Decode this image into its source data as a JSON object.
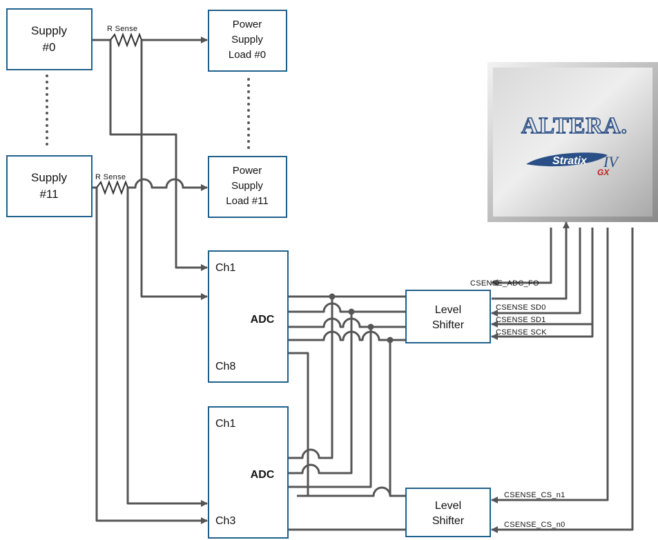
{
  "supplies": [
    {
      "line1": "Supply",
      "line2": "#0"
    },
    {
      "line1": "Supply",
      "line2": "#11"
    }
  ],
  "sense_resistor_label": "R Sense",
  "loads": [
    {
      "line1": "Power",
      "line2": "Supply",
      "line3": "Load #0"
    },
    {
      "line1": "Power",
      "line2": "Supply",
      "line3": "Load #11"
    }
  ],
  "adc_top": {
    "label": "ADC",
    "ch_first": "Ch1",
    "ch_last": "Ch8"
  },
  "adc_bottom": {
    "label": "ADC",
    "ch_first": "Ch1",
    "ch_last": "Ch3"
  },
  "level_shifter_top": {
    "line1": "Level",
    "line2": "Shifter"
  },
  "level_shifter_bottom": {
    "line1": "Level",
    "line2": "Shifter"
  },
  "fpga": {
    "brand": "ALTERA.",
    "family": "Stratix",
    "family_suffix": "IV",
    "variant": "GX",
    "colors": {
      "brand_blue": "#2a4f86",
      "variant_red": "#c0201a",
      "chip_gray": "#b8b8b8"
    }
  },
  "signals": {
    "adc_fo": "CSENSE_ADC_FO",
    "sd0": "CSENSE SD0",
    "sd1": "CSENSE SD1",
    "sck": "CSENSE SCK",
    "cs_n1": "CSENSE_CS_n1",
    "cs_n0": "CSENSE_CS_n0"
  }
}
